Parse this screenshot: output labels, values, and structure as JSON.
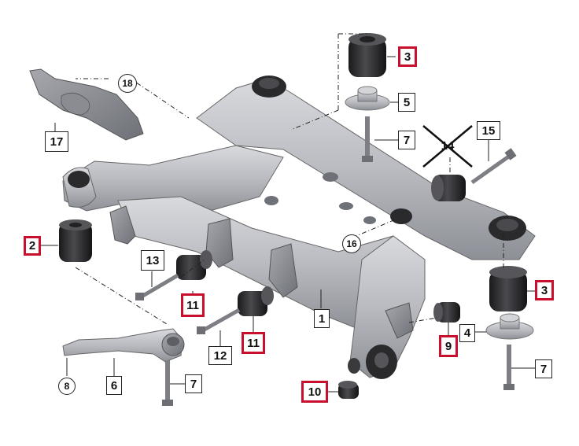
{
  "diagram": {
    "callouts": {
      "c1": "1",
      "c2": "2",
      "c3a": "3",
      "c3b": "3",
      "c4": "4",
      "c5": "5",
      "c6": "6",
      "c7a": "7",
      "c7b": "7",
      "c7c": "7",
      "c8": "8",
      "c9": "9",
      "c10": "10",
      "c11a": "11",
      "c11b": "11",
      "c12": "12",
      "c13": "13",
      "c14": "14",
      "c15": "15",
      "c16": "16",
      "c17": "17",
      "c18": "18"
    },
    "highlight_color": "#c8102e",
    "highlighted_parts": [
      "2",
      "3",
      "9",
      "10",
      "11"
    ],
    "crossed_out_parts": [
      "14"
    ]
  }
}
